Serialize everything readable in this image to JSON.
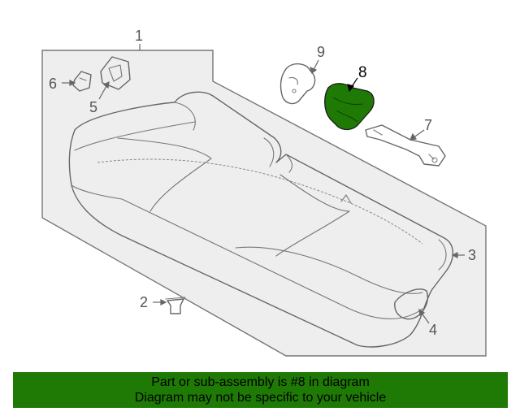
{
  "diagram": {
    "callouts": {
      "part1": "1",
      "part2": "2",
      "part3": "3",
      "part4": "4",
      "part5": "5",
      "part6": "6",
      "part7": "7",
      "part8": "8",
      "part9": "9"
    },
    "highlight_part": "8",
    "colors": {
      "highlight_fill": "#1f7a05",
      "panel_fill": "#eeeeee",
      "line": "#666666",
      "banner_bg": "#1f7a05"
    }
  },
  "banner": {
    "line1": "Part or sub-assembly is #8 in diagram",
    "line2": "Diagram may not be specific to your vehicle"
  }
}
